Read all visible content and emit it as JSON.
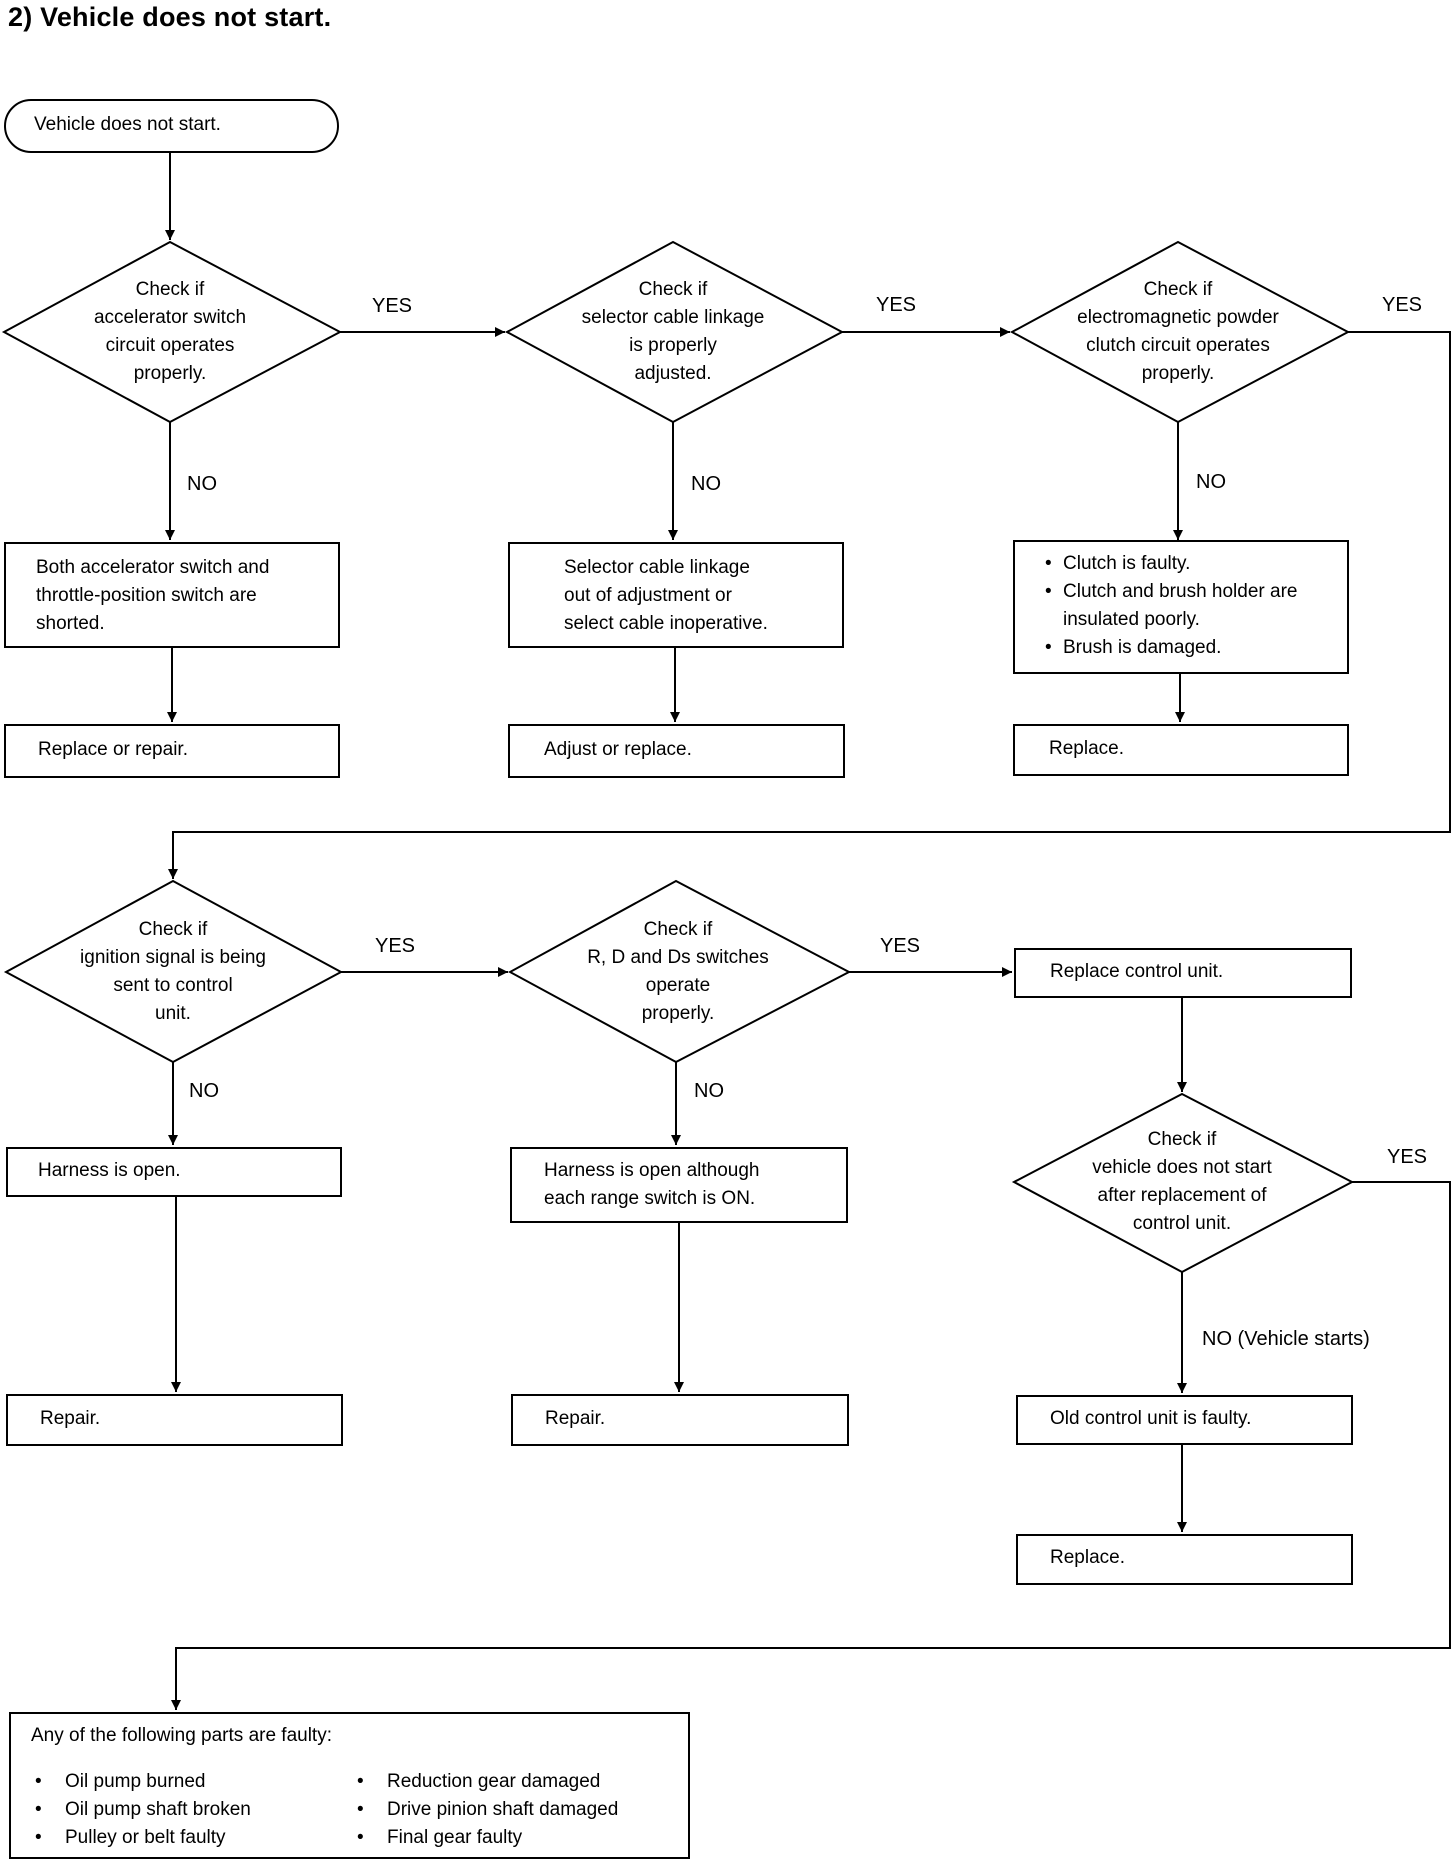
{
  "title": "2)   Vehicle does not start.",
  "start": "Vehicle does not start.",
  "yes": "YES",
  "no": "NO",
  "no_vehicle_starts": "NO (Vehicle starts)",
  "d1": [
    "Check if",
    "accelerator switch",
    "circuit operates",
    "properly."
  ],
  "d2": [
    "Check if",
    "selector cable linkage",
    "is properly",
    "adjusted."
  ],
  "d3": [
    "Check if",
    "electromagnetic powder",
    "clutch circuit operates",
    "properly."
  ],
  "d4": [
    "Check if",
    "ignition signal is being",
    "sent to control",
    "unit."
  ],
  "d5": [
    "Check if",
    "R, D and Ds switches",
    "operate",
    "properly."
  ],
  "d6": [
    "Check if",
    "vehicle does not start",
    "after replacement of",
    "control unit."
  ],
  "b1": [
    "Both accelerator switch and",
    "throttle-position switch are",
    "shorted."
  ],
  "b2": [
    "Selector cable linkage",
    "out of adjustment or",
    "select cable inoperative."
  ],
  "b3": [
    "Clutch is faulty.",
    "Clutch and brush holder are insulated poorly.",
    "Brush is damaged."
  ],
  "r1": "Replace or repair.",
  "r2": "Adjust or replace.",
  "r3": "Replace.",
  "b4": "Harness is open.",
  "b5": [
    "Harness is open although",
    "each range switch is ON."
  ],
  "b6": "Replace control unit.",
  "r4": "Repair.",
  "r5": "Repair.",
  "b7": "Old control unit is faulty.",
  "r6": "Replace.",
  "faulty": {
    "heading": "Any of the following parts are faulty:",
    "left": [
      "Oil pump burned",
      "Oil pump shaft broken",
      "Pulley or belt faulty"
    ],
    "right": [
      "Reduction gear damaged",
      "Drive pinion shaft damaged",
      "Final gear faulty"
    ]
  }
}
